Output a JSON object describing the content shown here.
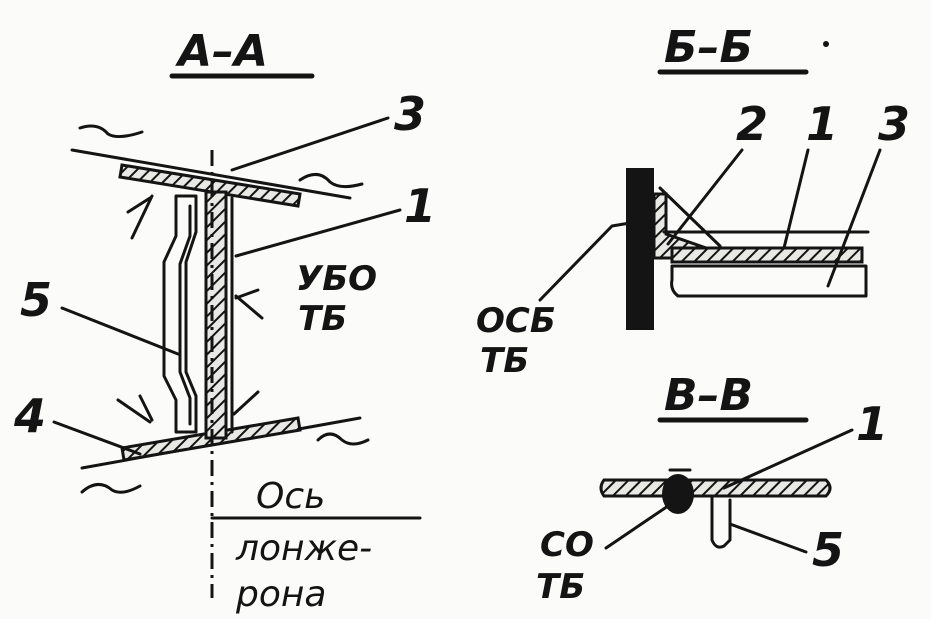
{
  "sections": {
    "aa": {
      "title": "А–А",
      "labels": {
        "n3": "3",
        "n1": "1",
        "n5": "5",
        "n4": "4"
      },
      "weld_code_line1": "УБО",
      "weld_code_line2": "ТБ",
      "axis_label_line1": "Ось",
      "axis_label_line2": "лонже-",
      "axis_label_line3": "рона"
    },
    "bb": {
      "title": "Б–Б",
      "labels": {
        "n2": "2",
        "n1": "1",
        "n3": "3"
      },
      "weld_code_line1": "ОСБ",
      "weld_code_line2": "ТБ"
    },
    "vv": {
      "title": "В–В",
      "labels": {
        "n1": "1",
        "n5": "5"
      },
      "weld_code_line1": "СО",
      "weld_code_line2": "ТБ"
    }
  }
}
